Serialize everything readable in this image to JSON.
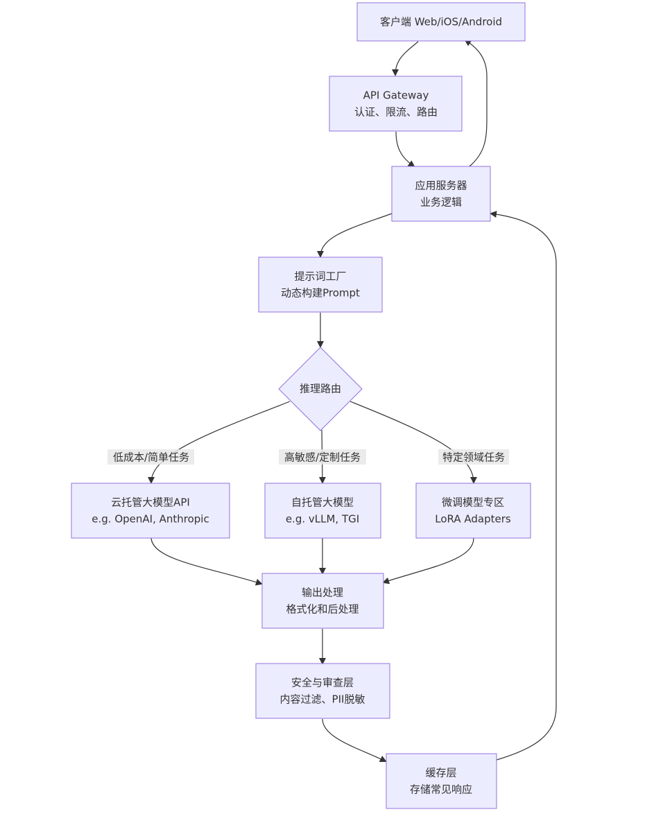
{
  "nodes": {
    "client": [
      "客户端 Web/iOS/Android"
    ],
    "gateway": [
      "API Gateway",
      "认证、限流、路由"
    ],
    "app_server": [
      "应用服务器",
      "业务逻辑"
    ],
    "prompt_factory": [
      "提示词工厂",
      "动态构建Prompt"
    ],
    "inference_router": [
      "推理路由"
    ],
    "cloud_llm": [
      "云托管大模型API",
      "e.g. OpenAI, Anthropic"
    ],
    "self_hosted_llm": [
      "自托管大模型",
      "e.g. vLLM, TGI"
    ],
    "finetuned_zone": [
      "微调模型专区",
      "LoRA Adapters"
    ],
    "output_processing": [
      "输出处理",
      "格式化和后处理"
    ],
    "safety_layer": [
      "安全与审查层",
      "内容过滤、PII脱敏"
    ],
    "cache_layer": [
      "缓存层",
      "存储常见响应"
    ]
  },
  "edge_labels": {
    "low_cost": "低成本/简单任务",
    "high_sensitivity": "高敏感/定制任务",
    "domain_specific": "特定领域任务"
  },
  "colors": {
    "node_fill": "#ECECFF",
    "node_stroke": "#9370DB",
    "edge": "#333333"
  }
}
